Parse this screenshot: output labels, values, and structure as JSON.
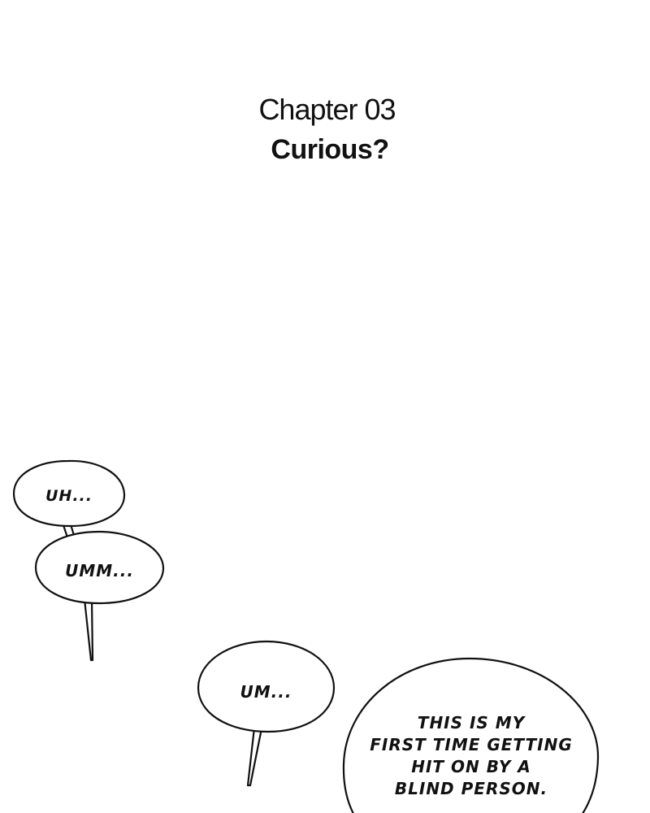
{
  "chapter": {
    "title": "Chapter 03",
    "subtitle": "Curious?"
  },
  "bubbles": {
    "uh": "UH...",
    "umm": "UMM...",
    "um": "UM...",
    "long_lines": [
      "THIS IS MY",
      "FIRST TIME GETTING",
      "HIT ON BY A",
      "BLIND PERSON."
    ]
  }
}
